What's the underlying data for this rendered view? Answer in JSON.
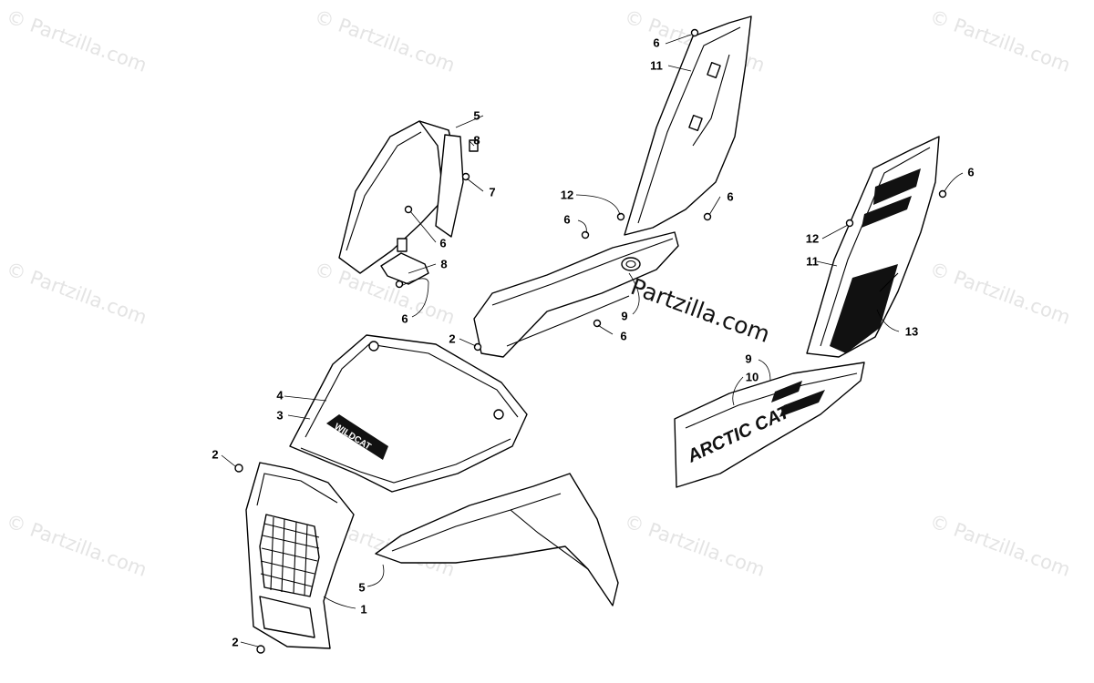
{
  "watermark": {
    "text": "© Partzilla.com"
  },
  "brand": {
    "text": "Partzilla.com"
  },
  "decals": {
    "hood": "WILDCAT",
    "side_panel": "ARCTIC CAT"
  },
  "callouts": [
    {
      "id": "c1",
      "label": "6"
    },
    {
      "id": "c2",
      "label": "11"
    },
    {
      "id": "c3",
      "label": "5"
    },
    {
      "id": "c4",
      "label": "8"
    },
    {
      "id": "c5",
      "label": "7"
    },
    {
      "id": "c6",
      "label": "6"
    },
    {
      "id": "c7",
      "label": "8"
    },
    {
      "id": "c8",
      "label": "6"
    },
    {
      "id": "c9",
      "label": "12"
    },
    {
      "id": "c10",
      "label": "6"
    },
    {
      "id": "c11",
      "label": "6"
    },
    {
      "id": "c12",
      "label": "9"
    },
    {
      "id": "c13",
      "label": "6"
    },
    {
      "id": "c14",
      "label": "2"
    },
    {
      "id": "c15",
      "label": "6"
    },
    {
      "id": "c16",
      "label": "12"
    },
    {
      "id": "c17",
      "label": "11"
    },
    {
      "id": "c18",
      "label": "13"
    },
    {
      "id": "c19",
      "label": "9"
    },
    {
      "id": "c20",
      "label": "10"
    },
    {
      "id": "c21",
      "label": "4"
    },
    {
      "id": "c22",
      "label": "3"
    },
    {
      "id": "c23",
      "label": "2"
    },
    {
      "id": "c24",
      "label": "5"
    },
    {
      "id": "c25",
      "label": "1"
    },
    {
      "id": "c26",
      "label": "2"
    }
  ]
}
